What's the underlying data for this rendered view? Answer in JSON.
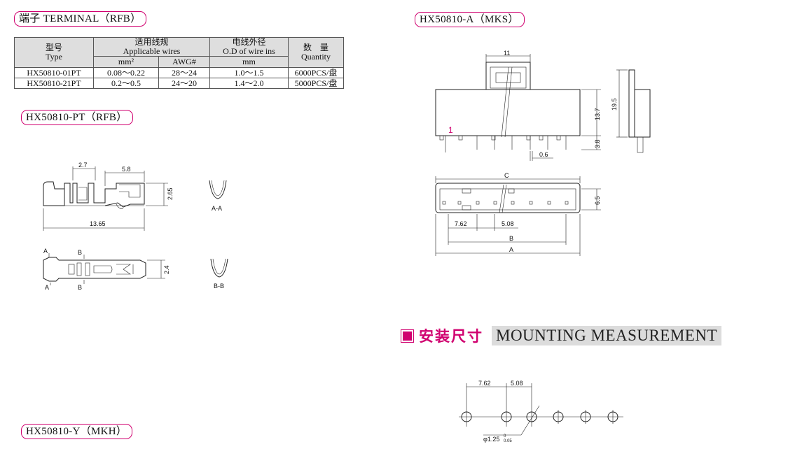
{
  "titles": {
    "terminal_rfb": "端子 TERMINAL（RFB）",
    "pt_rfb": "HX50810-PT（RFB）",
    "a_mks": "HX50810-A（MKS）",
    "y_mkh": "HX50810-Y（MKH）"
  },
  "spec_table": {
    "headers": {
      "type_cn": "型号",
      "type_en": "Type",
      "wires_cn": "适用线规",
      "wires_en": "Applicable wires",
      "od_cn": "电线外径",
      "od_en": "O.D of wire ins",
      "qty_cn": "数　量",
      "qty_en": "Quantity",
      "sub_mm2": "mm²",
      "sub_awg": "AWG#",
      "sub_mm": "mm"
    },
    "rows": [
      {
        "type": "HX50810-01PT",
        "mm2": "0.08～0.22",
        "awg": "28～24",
        "od": "1.0～1.5",
        "qty": "6000PCS/盘"
      },
      {
        "type": "HX50810-21PT",
        "mm2": "0.2～0.5",
        "awg": "24～20",
        "od": "1.4～2.0",
        "qty": "5000PCS/盘"
      }
    ]
  },
  "mounting": {
    "cn": "安装尺寸",
    "en": "MOUNTING MEASUREMENT",
    "accent": "#d0006f"
  },
  "terminal_drawing": {
    "dim_2_7": "2.7",
    "dim_5_8": "5.8",
    "dim_2_65": "2.65",
    "dim_13_65": "13.65",
    "dim_2_4": "2.4",
    "section_aa": "A-A",
    "section_bb": "B-B",
    "label_a1": "A",
    "label_b1": "B",
    "label_a2": "A",
    "label_b2": "B"
  },
  "connector_drawing": {
    "dim_11": "11",
    "dim_13_7": "13.7",
    "dim_19_5": "19.5",
    "dim_3_8": "3.8",
    "dim_0_6": "0.6",
    "pin1": "1",
    "dim_c": "C",
    "dim_6_5": "6.5",
    "dim_7_62": "7.62",
    "dim_5_08": "5.08",
    "dim_b": "B",
    "dim_a": "A"
  },
  "mount_drawing": {
    "dim_7_62": "7.62",
    "dim_5_08": "5.08",
    "hole": "φ1.25",
    "tol_plus": "0",
    "tol_minus": "0.05"
  }
}
